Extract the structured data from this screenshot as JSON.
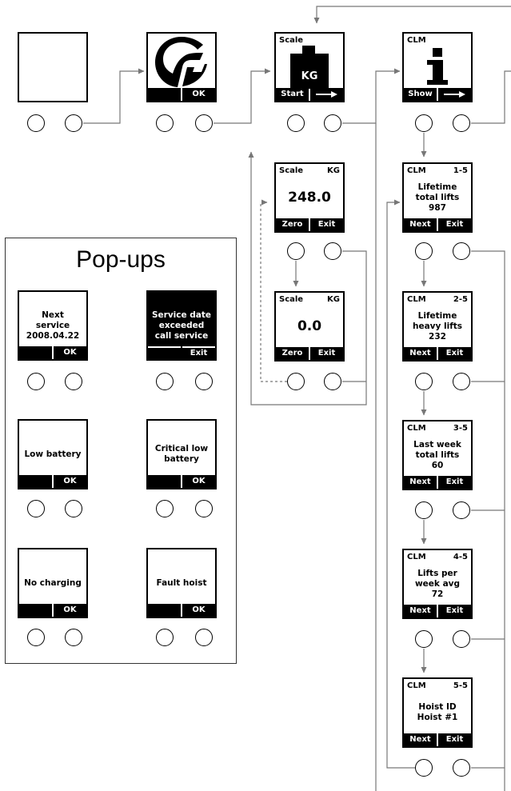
{
  "popups_title": "Pop-ups",
  "main_flow": {
    "blank_screen": {
      "label": "",
      "keys": [
        "",
        ""
      ]
    },
    "logo_screen": {
      "icon": "hoist-logo-icon",
      "keys": [
        "",
        "OK"
      ]
    },
    "scale_screen": {
      "title": "Scale",
      "badge": "KG",
      "icon": "weight-icon",
      "keys": [
        "Start",
        "→"
      ]
    },
    "clm_screen": {
      "title": "CLM",
      "icon": "info-icon",
      "keys": [
        "Show",
        "→"
      ]
    }
  },
  "scale_submenu": [
    {
      "title": "Scale",
      "unit": "KG",
      "value": "248.0",
      "keys": [
        "Zero",
        "Exit"
      ]
    },
    {
      "title": "Scale",
      "unit": "KG",
      "value": "0.0",
      "keys": [
        "Zero",
        "Exit"
      ]
    }
  ],
  "clm_submenu": [
    {
      "title": "CLM",
      "page": "1-5",
      "lines": [
        "Lifetime",
        "total lifts",
        "987"
      ],
      "keys": [
        "Next",
        "Exit"
      ]
    },
    {
      "title": "CLM",
      "page": "2-5",
      "lines": [
        "Lifetime",
        "heavy lifts",
        "232"
      ],
      "keys": [
        "Next",
        "Exit"
      ]
    },
    {
      "title": "CLM",
      "page": "3-5",
      "lines": [
        "Last week",
        "total lifts",
        "60"
      ],
      "keys": [
        "Next",
        "Exit"
      ]
    },
    {
      "title": "CLM",
      "page": "4-5",
      "lines": [
        "Lifts per",
        "week avg",
        "72"
      ],
      "keys": [
        "Next",
        "Exit"
      ]
    },
    {
      "title": "CLM",
      "page": "5-5",
      "lines": [
        "Hoist ID",
        "Hoist #1"
      ],
      "keys": [
        "Next",
        "Exit"
      ]
    }
  ],
  "popups": [
    {
      "lines": [
        "Next",
        "service",
        "2008.04.22"
      ],
      "keys": [
        "",
        "OK"
      ],
      "inverted": false
    },
    {
      "lines": [
        "Service date",
        "exceeded",
        "call service"
      ],
      "keys": [
        "",
        "Exit"
      ],
      "inverted": true
    },
    {
      "lines": [
        "Low battery"
      ],
      "keys": [
        "",
        "OK"
      ],
      "inverted": false
    },
    {
      "lines": [
        "Critical low",
        "battery"
      ],
      "keys": [
        "",
        "OK"
      ],
      "inverted": false
    },
    {
      "lines": [
        "No charging"
      ],
      "keys": [
        "",
        "OK"
      ],
      "inverted": false
    },
    {
      "lines": [
        "Fault hoist"
      ],
      "keys": [
        "",
        "OK"
      ],
      "inverted": false
    }
  ]
}
